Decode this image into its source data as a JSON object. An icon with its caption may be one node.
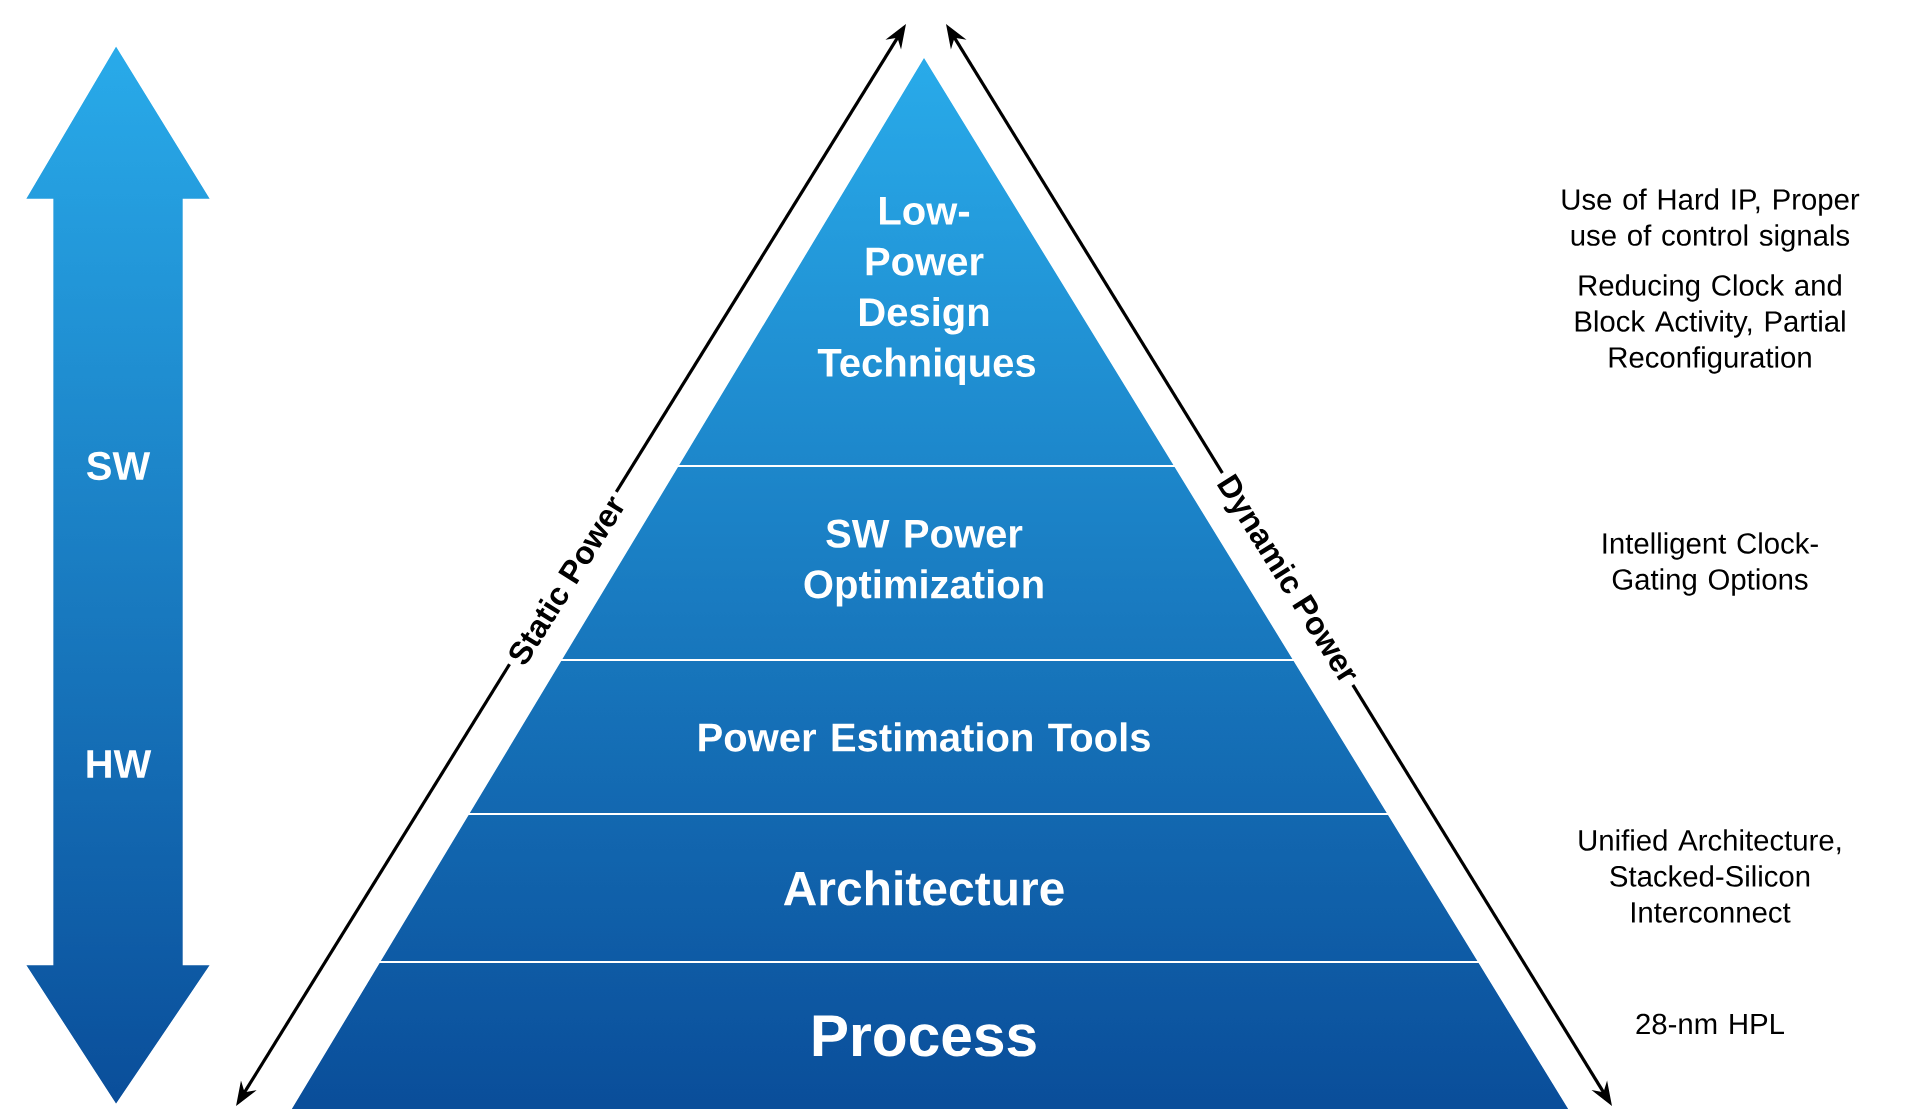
{
  "diagram": {
    "nodes": [
      {
        "text": [
          "Low-Power Design Techniques"
        ]
      },
      {
        "text": [
          "SW Power Optimization"
        ]
      },
      {
        "text": [
          "Power Estimation Tools"
        ]
      },
      {
        "text": [
          "Architecture"
        ]
      },
      {
        "text": [
          "Process"
        ]
      }
    ],
    "labels": [
      "SW",
      "HW",
      "Static Power",
      "Dynamic Power",
      "Use of Hard IP, Proper use of control signals",
      "Reducing Clock and Block Activity, Partial Reconfiguration",
      "Intelligent Clock-Gating Options",
      "Unified Architecture, Stacked-Silicon Interconnect",
      "28-nm HPL"
    ]
  }
}
